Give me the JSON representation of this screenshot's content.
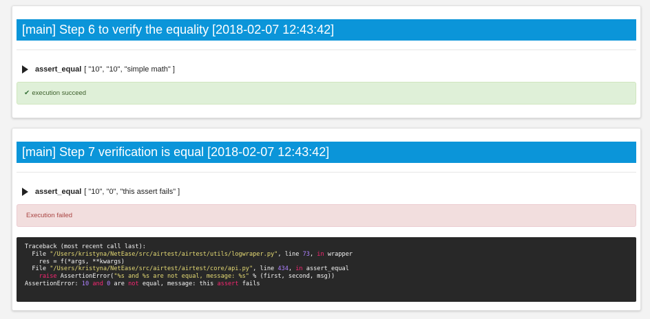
{
  "steps": [
    {
      "title": "[main] Step 6 to verify the equality [2018-02-07 12:43:42]",
      "call": {
        "name": "assert_equal",
        "args": "[ \"10\", \"10\", \"simple math\" ]"
      },
      "status": {
        "type": "success",
        "icon": "check-icon",
        "text": "execution succeed"
      }
    },
    {
      "title": "[main] Step 7 verification is equal [2018-02-07 12:43:42]",
      "call": {
        "name": "assert_equal",
        "args": "[ \"10\", \"0\", \"this assert fails\" ]"
      },
      "status": {
        "type": "danger",
        "text": "Execution failed"
      },
      "traceback": {
        "header": "Traceback (most recent call last):",
        "frame1": {
          "file_kw": "  File ",
          "path": "\"/Users/kristyna/NetEase/src/airtest/airtest/utils/logwraper.py\"",
          "line_kw": ", line ",
          "line_no": "73",
          "sep": ", ",
          "in_kw": "in",
          "func": " wrapper",
          "code": "    res = f(*args, **kwargs)"
        },
        "frame2": {
          "file_kw": "  File ",
          "path": "\"/Users/kristyna/NetEase/src/airtest/airtest/core/api.py\"",
          "line_kw": ", line ",
          "line_no": "434",
          "sep": ", ",
          "in_kw": "in",
          "func": " assert_equal",
          "code_indent": "    ",
          "code_kw": "raise",
          "code_mid": " AssertionError(",
          "code_str": "\"%s and %s are not equal, message: %s\"",
          "code_end": " % (first, second, msg))"
        },
        "error": {
          "prefix": "AssertionError: ",
          "n1": "10",
          "sp1": " ",
          "and_kw": "and",
          "sp2": " ",
          "n2": "0",
          "mid1": " are ",
          "not_kw": "not",
          "mid2": " equal, message: this ",
          "assert_kw": "assert",
          "end": " fails"
        }
      }
    }
  ],
  "colors": {
    "title_bar": "#0b95d9",
    "success_bg": "#dff0d8",
    "danger_bg": "#f2dede",
    "traceback_bg": "#282828"
  }
}
